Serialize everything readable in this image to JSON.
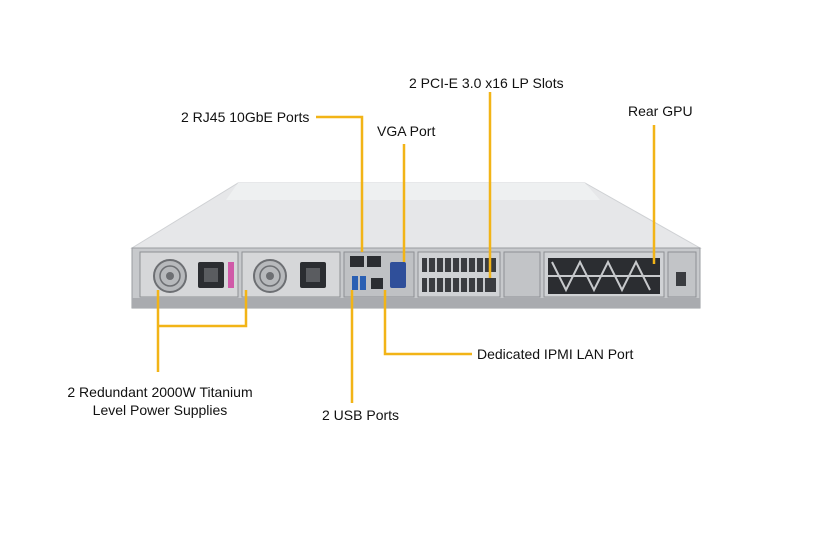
{
  "labels": {
    "pcie_slots": "2 PCI-E  3.0 x16 LP Slots",
    "rear_gpu": "Rear GPU",
    "rj45_ports": "2 RJ45 10GbE Ports",
    "vga_port": "VGA Port",
    "ipmi_port": "Dedicated IPMI  LAN Port",
    "power_supplies_line1": "2 Redundant  2000W Titanium",
    "power_supplies_line2": "Level Power Supplies",
    "usb_ports": "2 USB Ports"
  },
  "colors": {
    "callout_line": "#f2b417",
    "chassis_top": "#e4e5e7",
    "chassis_panel": "#c9cbce",
    "dark_slot": "#2b2d31"
  },
  "icons": [
    "power-supply-fan-icon",
    "power-inlet-icon",
    "rj45-port-icon",
    "vga-port-icon",
    "usb-port-icon",
    "pcie-slot-grille-icon",
    "gpu-grille-icon"
  ]
}
